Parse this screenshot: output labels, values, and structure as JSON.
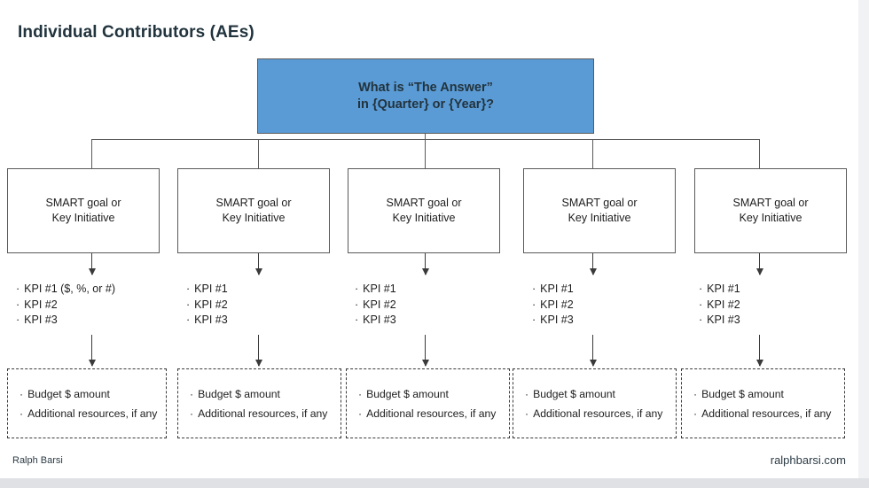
{
  "slide": {
    "title": "Individual Contributors (AEs)",
    "root": {
      "line1": "What is “The Answer”",
      "line2": "in {Quarter} or {Year}?",
      "fill_color": "#5b9bd5",
      "border_color": "#5a5a5a"
    },
    "columns": [
      {
        "goal_line1": "SMART goal or",
        "goal_line2": "Key Initiative",
        "kpis": [
          "KPI #1 ($, %, or #)",
          "KPI #2",
          "KPI #3"
        ],
        "budget": [
          "Budget $ amount",
          "Additional resources, if any"
        ]
      },
      {
        "goal_line1": "SMART goal or",
        "goal_line2": "Key Initiative",
        "kpis": [
          "KPI #1",
          "KPI #2",
          "KPI #3"
        ],
        "budget": [
          "Budget $ amount",
          "Additional resources, if any"
        ]
      },
      {
        "goal_line1": "SMART goal or",
        "goal_line2": "Key Initiative",
        "kpis": [
          "KPI #1",
          "KPI #2",
          "KPI #3"
        ],
        "budget": [
          "Budget $ amount",
          "Additional resources, if any"
        ]
      },
      {
        "goal_line1": "SMART goal or",
        "goal_line2": "Key Initiative",
        "kpis": [
          "KPI #1",
          "KPI #2",
          "KPI #3"
        ],
        "budget": [
          "Budget $ amount",
          "Additional resources, if any"
        ]
      },
      {
        "goal_line1": "SMART goal or",
        "goal_line2": "Key Initiative",
        "kpis": [
          "KPI #1",
          "KPI #2",
          "KPI #3"
        ],
        "budget": [
          "Budget $ amount",
          "Additional resources, if any"
        ]
      }
    ],
    "footer": {
      "author": "Ralph Barsi",
      "website": "ralphbarsi.com"
    }
  }
}
